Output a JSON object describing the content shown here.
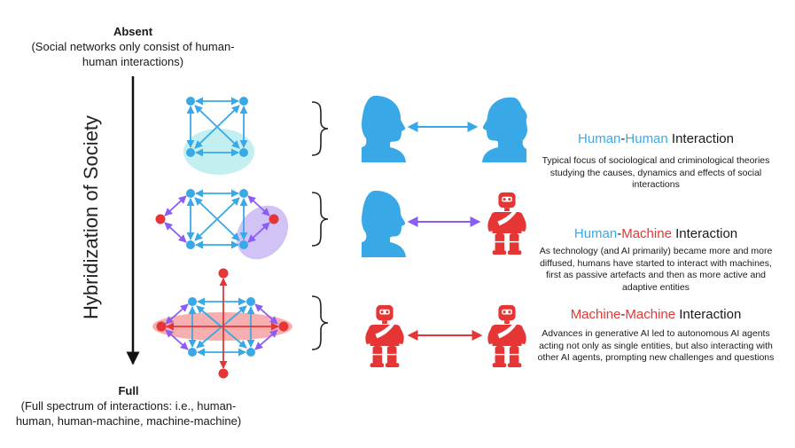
{
  "axis": {
    "title": "Hybridization of Society",
    "top_heading": "Absent",
    "top_note": "(Social networks only consist of human-human interactions)",
    "bottom_heading": "Full",
    "bottom_note": "(Full spectrum of interactions: i.e., human-human, human-machine, machine-machine)"
  },
  "colors": {
    "human": "#38a9e6",
    "machine": "#e53535",
    "hybrid_link": "#8b5cf6"
  },
  "panels": [
    {
      "title_a": "Human",
      "title_sep": "-",
      "title_b": "Human",
      "title_suffix": " Interaction",
      "description": "Typical focus of sociological and criminological theories studying the causes, dynamics and effects of social interactions",
      "left_icon": "human-head-male-icon",
      "right_icon": "human-head-female-icon"
    },
    {
      "title_a": "Human",
      "title_sep": "-",
      "title_b": "Machine",
      "title_suffix": " Interaction",
      "description": "As technology (and AI primarily) became more and more diffused, humans have started to interact with machines, first as passive artefacts and then as more active and adaptive entities",
      "left_icon": "human-head-male-icon",
      "right_icon": "robot-icon"
    },
    {
      "title_a": "Machine",
      "title_sep": "-",
      "title_b": "Machine",
      "title_suffix": " Interaction",
      "description": "Advances in generative AI led to autonomous AI agents acting not only as single entities, but also interacting with other AI agents, prompting new challenges and questions",
      "left_icon": "robot-icon",
      "right_icon": "robot-icon"
    }
  ]
}
